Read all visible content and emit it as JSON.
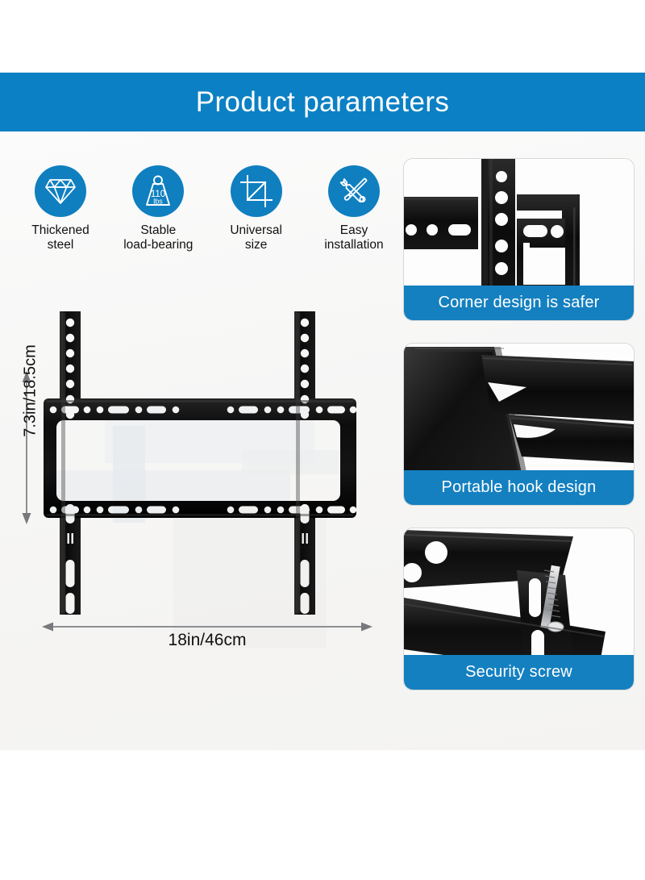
{
  "header": {
    "title": "Product parameters",
    "background_color": "#0c80c4"
  },
  "theme": {
    "accent_blue": "#0c80c4",
    "icon_blue": "#0f7fc0",
    "caption_blue": "#1480c0",
    "metal_black": "#141414",
    "content_background": "#f6f6f5"
  },
  "features": [
    {
      "icon": "diamond-icon",
      "label": "Thickened\nsteel"
    },
    {
      "icon": "weight-icon",
      "label": "Stable\nload-bearing",
      "badge_value": "110",
      "badge_unit": "lbs"
    },
    {
      "icon": "crop-size-icon",
      "label": "Universal\nsize"
    },
    {
      "icon": "tools-icon",
      "label": "Easy\ninstallation"
    }
  ],
  "product": {
    "dimensions": {
      "height_label": "7.3in/18.5cm",
      "width_label": "18in/46cm"
    }
  },
  "panels": [
    {
      "caption": "Corner design is safer",
      "photo": "bracket-corner-closeup"
    },
    {
      "caption": "Portable hook design",
      "photo": "bracket-hook-closeup"
    },
    {
      "caption": "Security screw",
      "photo": "bracket-screw-closeup"
    }
  ]
}
